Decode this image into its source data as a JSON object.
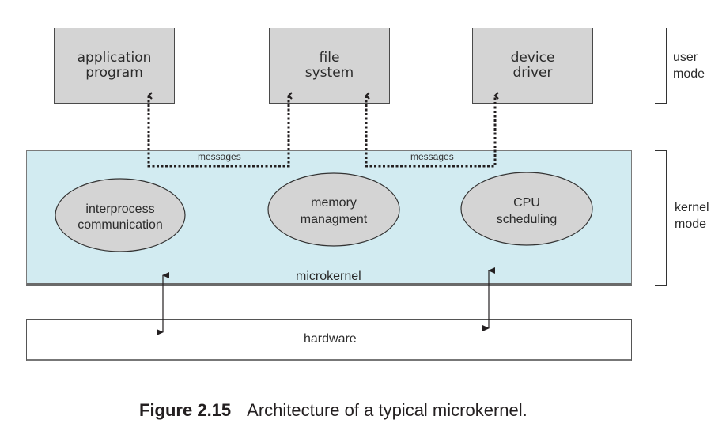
{
  "user_space": {
    "boxes": [
      {
        "line1": "application",
        "line2": "program"
      },
      {
        "line1": "file",
        "line2": "system"
      },
      {
        "line1": "device",
        "line2": "driver"
      }
    ],
    "mode_label": {
      "line1": "user",
      "line2": "mode"
    }
  },
  "kernel_space": {
    "label": "microkernel",
    "services": [
      {
        "line1": "interprocess",
        "line2": "communication"
      },
      {
        "line1": "memory",
        "line2": "managment"
      },
      {
        "line1": "CPU",
        "line2": "scheduling"
      }
    ],
    "message_labels": [
      "messages",
      "messages"
    ],
    "mode_label": {
      "line1": "kernel",
      "line2": "mode"
    }
  },
  "hardware": {
    "label": "hardware"
  },
  "caption": {
    "figure_number": "Figure 2.15",
    "text": "Architecture of a typical microkernel."
  },
  "colors": {
    "box_fill": "#d4d4d4",
    "kernel_fill": "#d2ebf1",
    "ellipse_fill": "#d4d4d4",
    "line": "#231f20"
  }
}
